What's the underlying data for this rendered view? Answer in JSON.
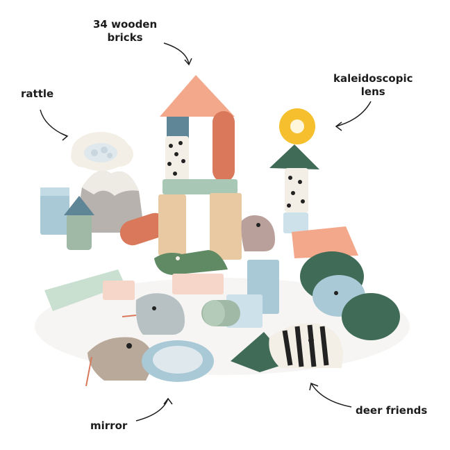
{
  "annotations": {
    "wooden_bricks": {
      "line1": "34 wooden",
      "line2": "bricks"
    },
    "rattle": "rattle",
    "kaleidoscopic_lens": {
      "line1": "kaleidoscopic",
      "line2": "lens"
    },
    "mirror": "mirror",
    "deer_friends": "deer friends"
  },
  "colors": {
    "background": "#ffffff",
    "text": "#1c1c1c",
    "peach": "#f3a88c",
    "terracotta": "#d9785a",
    "sky_blue": "#a9c9d6",
    "sage": "#9fb9a6",
    "dark_green": "#3f6b57",
    "mint": "#c9dfcf",
    "natural_wood": "#e9c9a1",
    "grey": "#b7b2ad",
    "mauve": "#b9a09a",
    "yellow": "#f5bf2e",
    "cream": "#f3efe6"
  },
  "icons": [
    "arrow-icon"
  ]
}
